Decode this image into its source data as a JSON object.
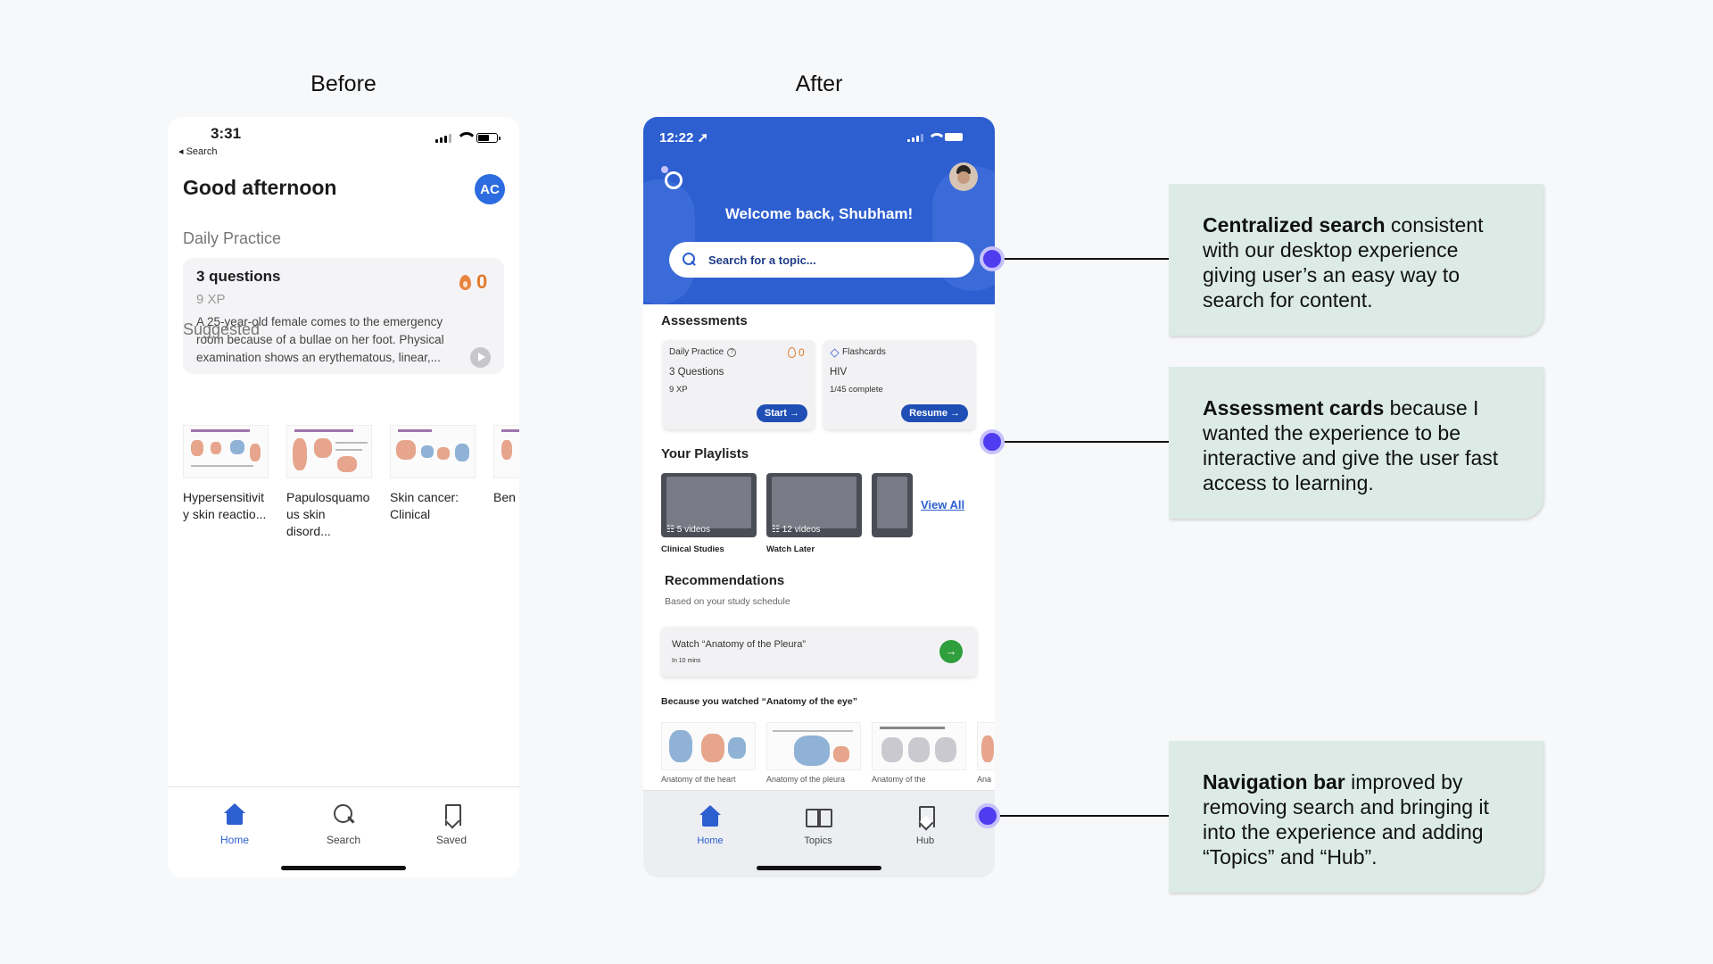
{
  "headings": {
    "before": "Before",
    "after": "After"
  },
  "before": {
    "status": {
      "time": "3:31",
      "back": "◂ Search"
    },
    "greeting": "Good afternoon",
    "avatar": "AC",
    "daily_practice_label": "Daily Practice",
    "card": {
      "title": "3 questions",
      "xp": "9 XP",
      "streak": "0",
      "text": "A 25-year-old female comes to the emergency room because of a bullae on her foot. Physical examination shows an erythematous, linear,..."
    },
    "suggested_label": "Suggested",
    "suggested": [
      {
        "label": "Hypersensitivit y skin reactio..."
      },
      {
        "label": "Papulosquamo us skin disord..."
      },
      {
        "label": "Skin cancer: Clinical"
      },
      {
        "label": "Ben hyp"
      }
    ],
    "nav": [
      {
        "label": "Home",
        "icon": "home-icon"
      },
      {
        "label": "Search",
        "icon": "search-icon"
      },
      {
        "label": "Saved",
        "icon": "bookmark-icon"
      }
    ]
  },
  "after": {
    "status": {
      "time": "12:22 ➚"
    },
    "welcome": "Welcome back, Shubham!",
    "search": {
      "placeholder": "Search for a topic..."
    },
    "assessments_label": "Assessments",
    "daily": {
      "title": "Daily Practice",
      "streak": "0",
      "main": "3 Questions",
      "sub": "9 XP",
      "button": "Start →"
    },
    "flash": {
      "title": "Flashcards",
      "main": "HIV",
      "sub": "1/45 complete",
      "button": "Resume →"
    },
    "playlists_label": "Your Playlists",
    "playlists": [
      {
        "count": "☷ 5 videos",
        "name": "Clinical Studies"
      },
      {
        "count": "☷ 12 videos",
        "name": "Watch Later"
      }
    ],
    "view_all": "View All",
    "recommendations_label": "Recommendations",
    "recommendations_sub": "Based on your study schedule",
    "watch": {
      "title": "Watch “Anatomy of the Pleura”",
      "sub": "In 10 mins",
      "go": "→"
    },
    "because_label": "Because you watched “Anatomy of the eye”",
    "row": [
      {
        "label": "Anatomy of the heart"
      },
      {
        "label": "Anatomy of the pleura"
      },
      {
        "label": "Anatomy of the"
      },
      {
        "label": "Ana"
      }
    ],
    "nav": [
      {
        "label": "Home",
        "icon": "home-icon"
      },
      {
        "label": "Topics",
        "icon": "book-icon"
      },
      {
        "label": "Hub",
        "icon": "bookmark-icon"
      }
    ]
  },
  "callouts": [
    {
      "bold": "Centralized search",
      "rest": " consistent with our desktop experience giving user’s an easy way to search for content."
    },
    {
      "bold": "Assessment cards",
      "rest": " because I wanted the experience to be interactive and give the user fast access to learning."
    },
    {
      "bold": "Navigation bar",
      "rest": " improved by removing search and bringing it into the experience and adding “Topics” and “Hub”."
    }
  ],
  "colors": {
    "primary": "#2e5fd0",
    "accent_dot": "#4f3cf0",
    "callout_bg": "#dcebe6",
    "streak": "#e07a2a",
    "go_green": "#2f9e3c"
  }
}
